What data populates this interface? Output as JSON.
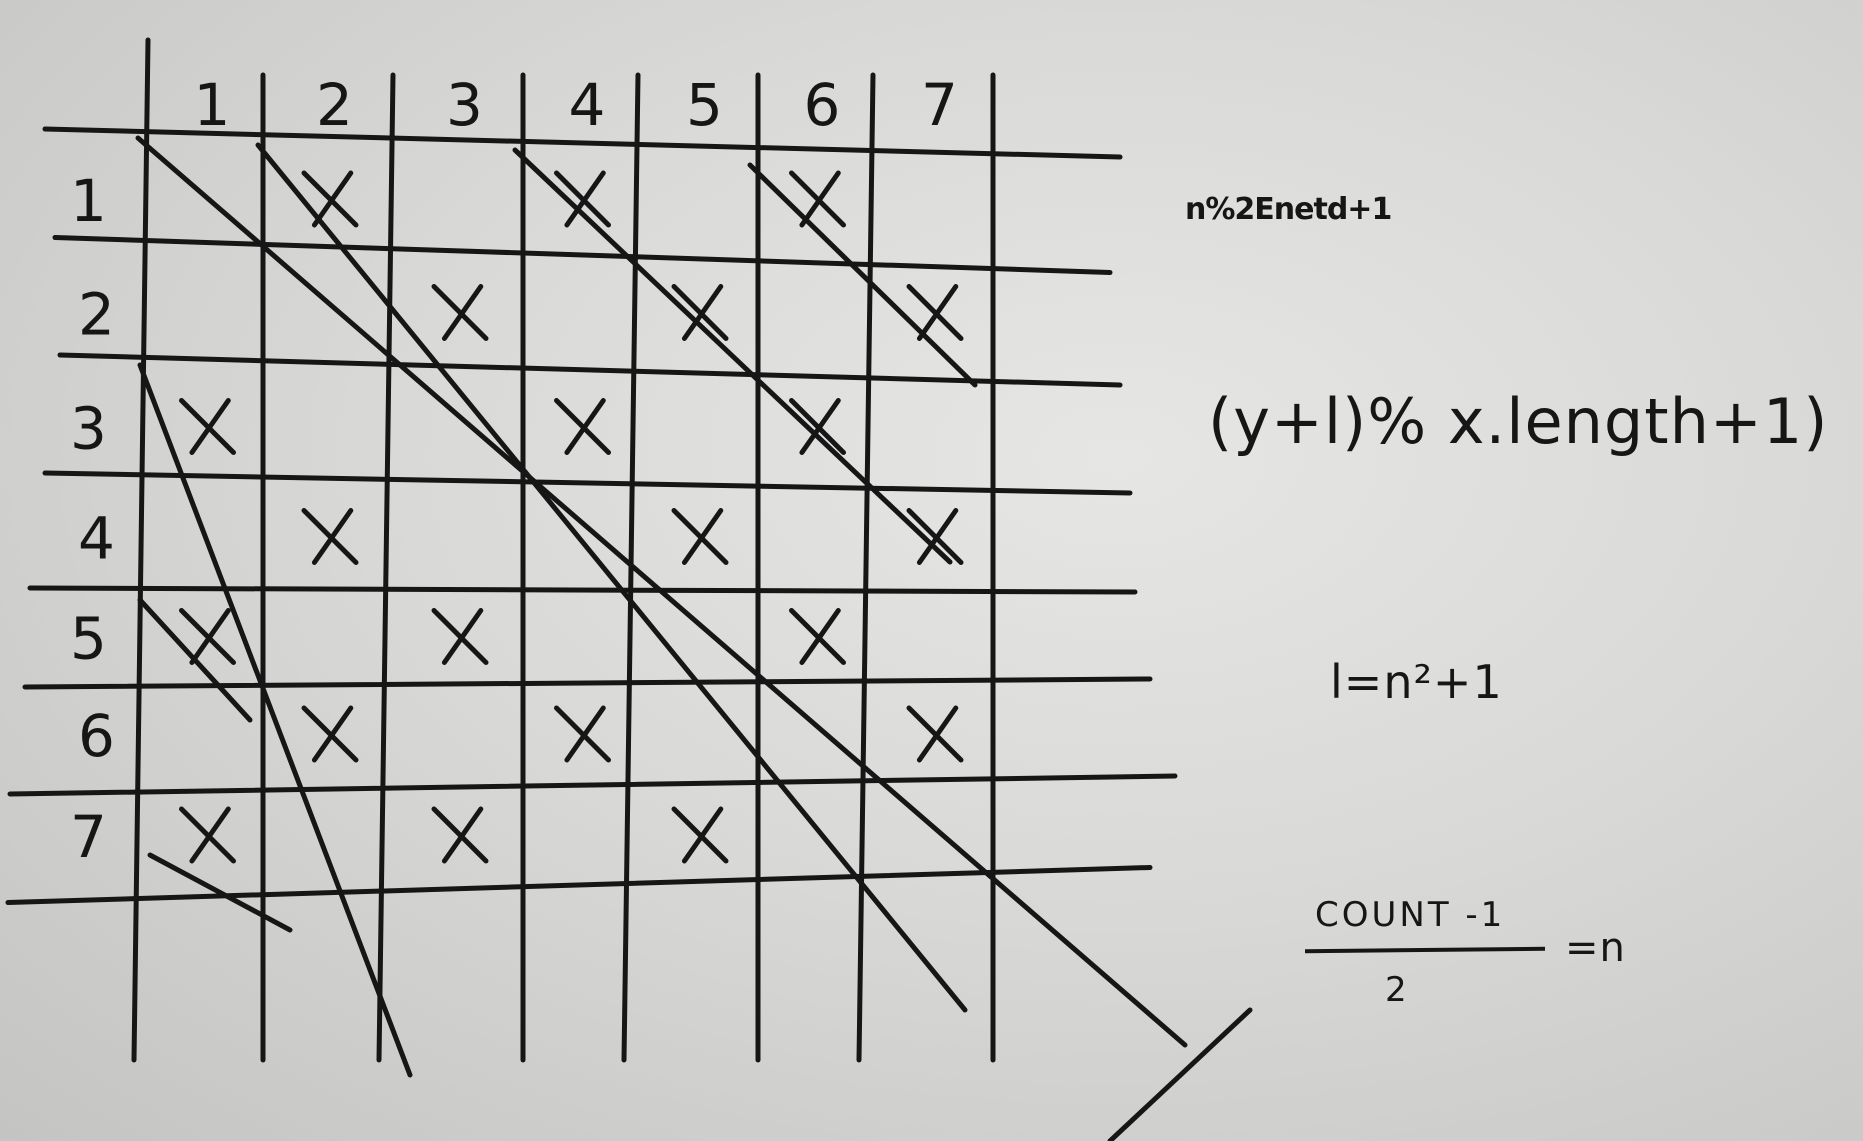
{
  "grid": {
    "column_headers": [
      "1",
      "2",
      "3",
      "4",
      "5",
      "6",
      "7"
    ],
    "row_headers": [
      "1",
      "2",
      "3",
      "4",
      "5",
      "6",
      "7"
    ],
    "marked_cells": [
      [
        1,
        2
      ],
      [
        1,
        4
      ],
      [
        1,
        6
      ],
      [
        2,
        3
      ],
      [
        2,
        5
      ],
      [
        2,
        7
      ],
      [
        3,
        1
      ],
      [
        3,
        4
      ],
      [
        3,
        6
      ],
      [
        4,
        2
      ],
      [
        4,
        5
      ],
      [
        4,
        7
      ],
      [
        5,
        1
      ],
      [
        5,
        3
      ],
      [
        5,
        6
      ],
      [
        6,
        2
      ],
      [
        6,
        4
      ],
      [
        6,
        7
      ],
      [
        7,
        1
      ],
      [
        7,
        3
      ],
      [
        7,
        5
      ]
    ],
    "mark_symbol": "X"
  },
  "notes": {
    "formula_1": "n%2Enetd+1",
    "formula_2": "(y+l)% x.length+1)",
    "formula_3": "l=n²+1",
    "formula_4_numerator": "COUNT -1",
    "formula_4_denominator": "2",
    "formula_4_result": "=n"
  },
  "colors": {
    "paper": "#d9d9d7",
    "ink": "#161616"
  }
}
